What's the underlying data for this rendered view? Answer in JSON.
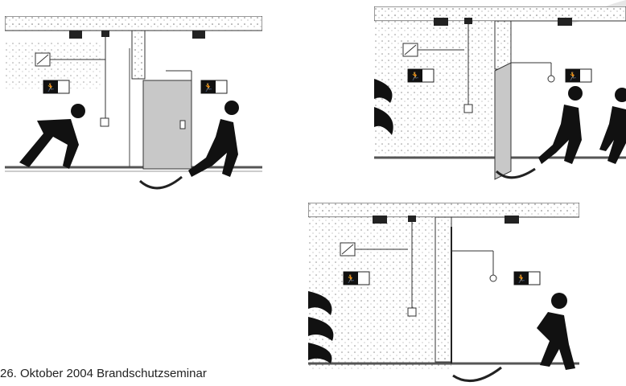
{
  "footer": {
    "text": "26. Oktober 2004 Brandschutzseminar"
  },
  "colors": {
    "ink": "#111111",
    "door": "#c8c8c8",
    "ceiling": "#cfcfcf",
    "paper": "#ffffff"
  },
  "icons": [
    "exit-sign-icon",
    "running-person-icon",
    "smoke-detector-icon",
    "door-magnet-icon",
    "fire-flame-icon"
  ],
  "panels": [
    {
      "name": "door-open-state"
    },
    {
      "name": "door-closing-state"
    },
    {
      "name": "door-closed-fire-state"
    }
  ]
}
